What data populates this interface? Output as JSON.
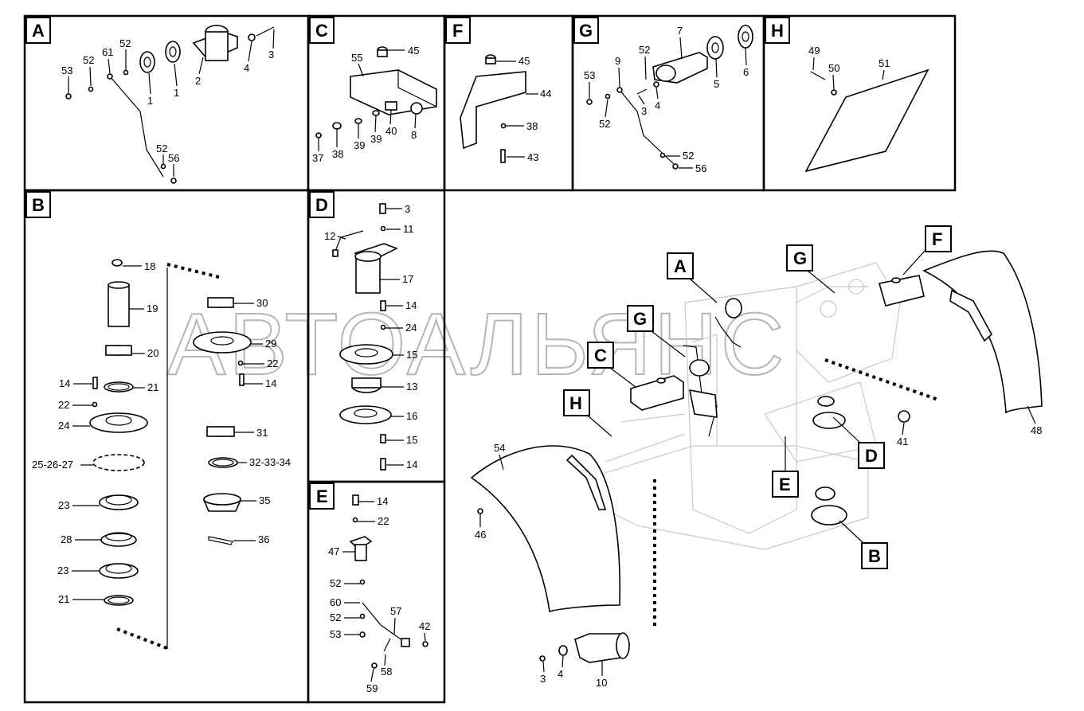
{
  "watermark": "АВТОАЛЬЯНС",
  "sections": {
    "A": {
      "label": "A",
      "callouts": [
        "53",
        "52",
        "61",
        "52",
        "1",
        "1",
        "2",
        "4",
        "3",
        "52",
        "56"
      ]
    },
    "B": {
      "label": "B",
      "callouts": [
        "18",
        "19",
        "20",
        "14",
        "21",
        "22",
        "24",
        "25-26-27",
        "23",
        "28",
        "23",
        "21",
        "30",
        "29",
        "22",
        "14",
        "31",
        "32-33-34",
        "35",
        "36"
      ]
    },
    "C": {
      "label": "C",
      "callouts": [
        "55",
        "45",
        "37",
        "38",
        "39",
        "39",
        "40",
        "8"
      ]
    },
    "D": {
      "label": "D",
      "callouts": [
        "3",
        "12",
        "11",
        "17",
        "14",
        "24",
        "15",
        "13",
        "16",
        "15",
        "14"
      ]
    },
    "E": {
      "label": "E",
      "callouts": [
        "14",
        "22",
        "47",
        "52",
        "60",
        "52",
        "53",
        "57",
        "42",
        "58",
        "59"
      ]
    },
    "F": {
      "label": "F",
      "callouts": [
        "45",
        "44",
        "38",
        "43"
      ]
    },
    "G": {
      "label": "G",
      "callouts": [
        "7",
        "52",
        "9",
        "53",
        "5",
        "6",
        "4",
        "3",
        "52",
        "52",
        "56"
      ]
    },
    "H": {
      "label": "H",
      "callouts": [
        "49",
        "50",
        "51"
      ]
    },
    "main": {
      "markers": [
        "A",
        "G",
        "F",
        "G",
        "C",
        "H",
        "D",
        "E",
        "B"
      ],
      "callouts": [
        "54",
        "46",
        "41",
        "48",
        "3",
        "4",
        "10"
      ]
    }
  }
}
